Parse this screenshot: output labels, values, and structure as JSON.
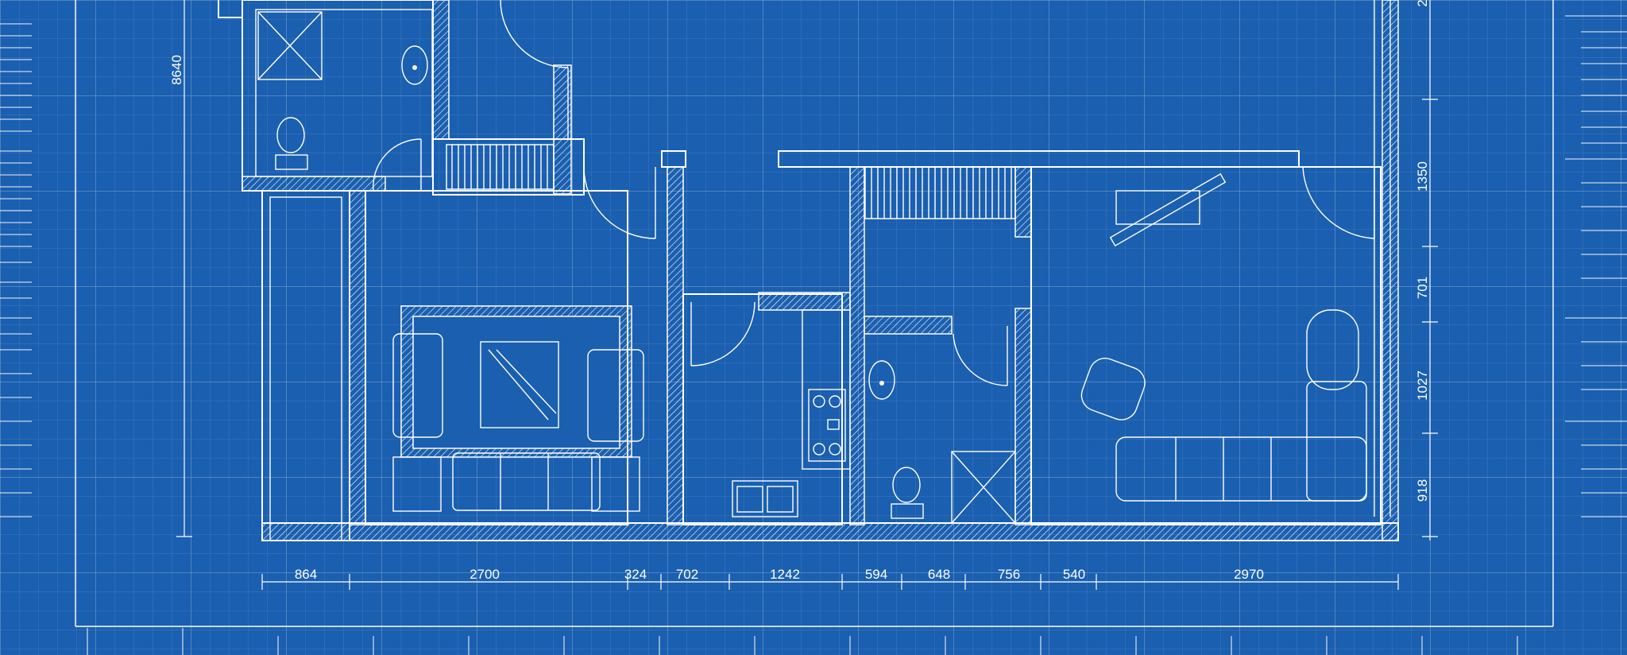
{
  "drawing": {
    "background_color": "#1a5fb0",
    "line_color": "#ffffff",
    "bottom_dimensions": [
      "864",
      "2700",
      "324",
      "702",
      "1242",
      "594",
      "648",
      "756",
      "540",
      "2970"
    ],
    "right_dimensions": [
      "1350",
      "701",
      "1027",
      "918"
    ],
    "left_dimension": "8640",
    "top_right_partial": "2"
  }
}
